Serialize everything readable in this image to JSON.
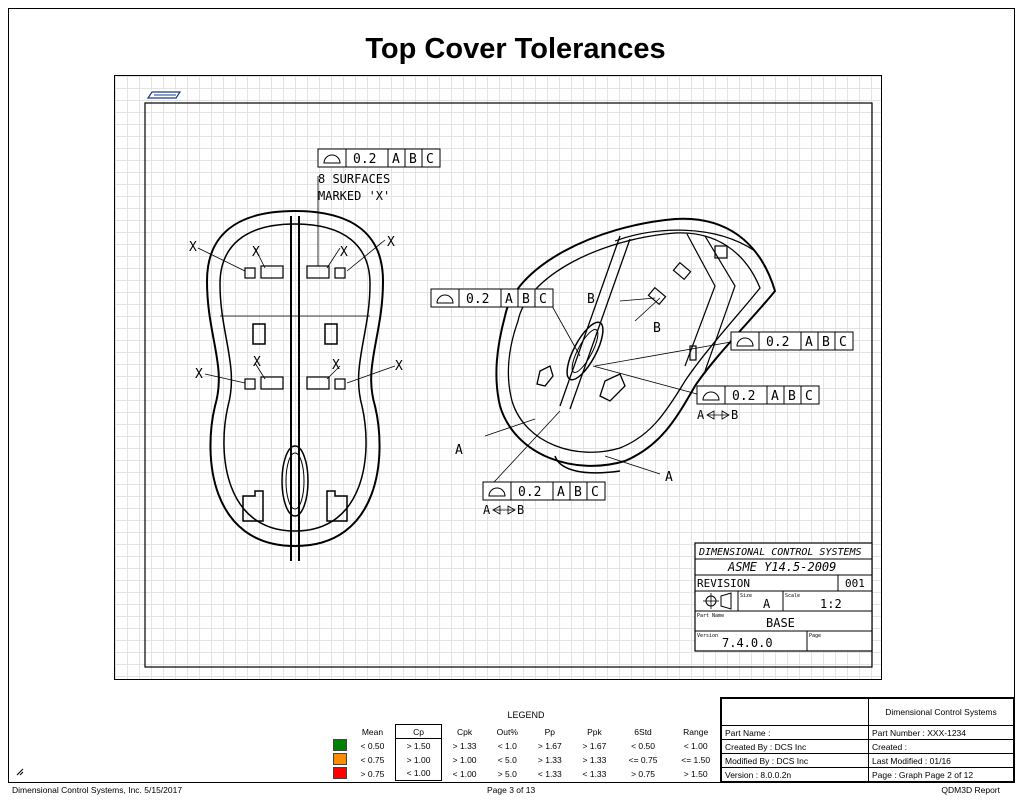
{
  "page": {
    "title": "Top Cover Tolerances"
  },
  "drawing": {
    "callouts": {
      "surfaces_frame": [
        "0.2",
        "A",
        "B",
        "C"
      ],
      "surfaces_note_1": "8 SURFACES",
      "surfaces_note_2": "MARKED 'X'",
      "x_label": "X",
      "b_label": "B",
      "a_label": "A",
      "ab_label_1": "A",
      "ab_label_2": "B"
    },
    "title_block": {
      "company": "DIMENSIONAL CONTROL SYSTEMS",
      "standard": "ASME Y14.5-2009",
      "revision_label": "REVISION",
      "revision_value": "001",
      "size_label": "Size",
      "size_value": "A",
      "scale_label": "Scale",
      "scale_value": "1:2",
      "part_name_label": "Part Name",
      "part_name_value": "BASE",
      "version_label": "Version",
      "version_value": "7.4.0.0",
      "page_label": "Page"
    }
  },
  "legend": {
    "title": "LEGEND",
    "headers": [
      "Mean",
      "Cp",
      "Cpk",
      "Out%",
      "Pp",
      "Ppk",
      "6Std",
      "Range"
    ],
    "rows": [
      {
        "color": "#008000",
        "cells": [
          "< 0.50",
          "> 1.50",
          "> 1.33",
          "< 1.0",
          "> 1.67",
          "> 1.67",
          "< 0.50",
          "< 1.00"
        ]
      },
      {
        "color": "#ff8c00",
        "cells": [
          "< 0.75",
          "> 1.00",
          "> 1.00",
          "< 5.0",
          "> 1.33",
          "> 1.33",
          "<= 0.75",
          "<= 1.50"
        ]
      },
      {
        "color": "#ff0000",
        "cells": [
          "> 0.75",
          "< 1.00",
          "< 1.00",
          "> 5.0",
          "< 1.33",
          "< 1.33",
          "> 0.75",
          "> 1.50"
        ]
      }
    ]
  },
  "info": {
    "company": "Dimensional Control Systems",
    "part_name": "Part Name :",
    "part_number": "Part Number : XXX-1234",
    "created_by": "Created By :  DCS Inc",
    "created": "Created :",
    "modified_by": "Modified By :  DCS Inc",
    "last_modified": "Last Modified :  01/16",
    "version": "Version :  8.0.0.2n",
    "page": "Page :  Graph Page 2 of 12"
  },
  "footer": {
    "left": "Dimensional Control Systems, Inc. 5/15/2017",
    "center": "Page 3 of 13",
    "right": "QDM3D Report"
  }
}
